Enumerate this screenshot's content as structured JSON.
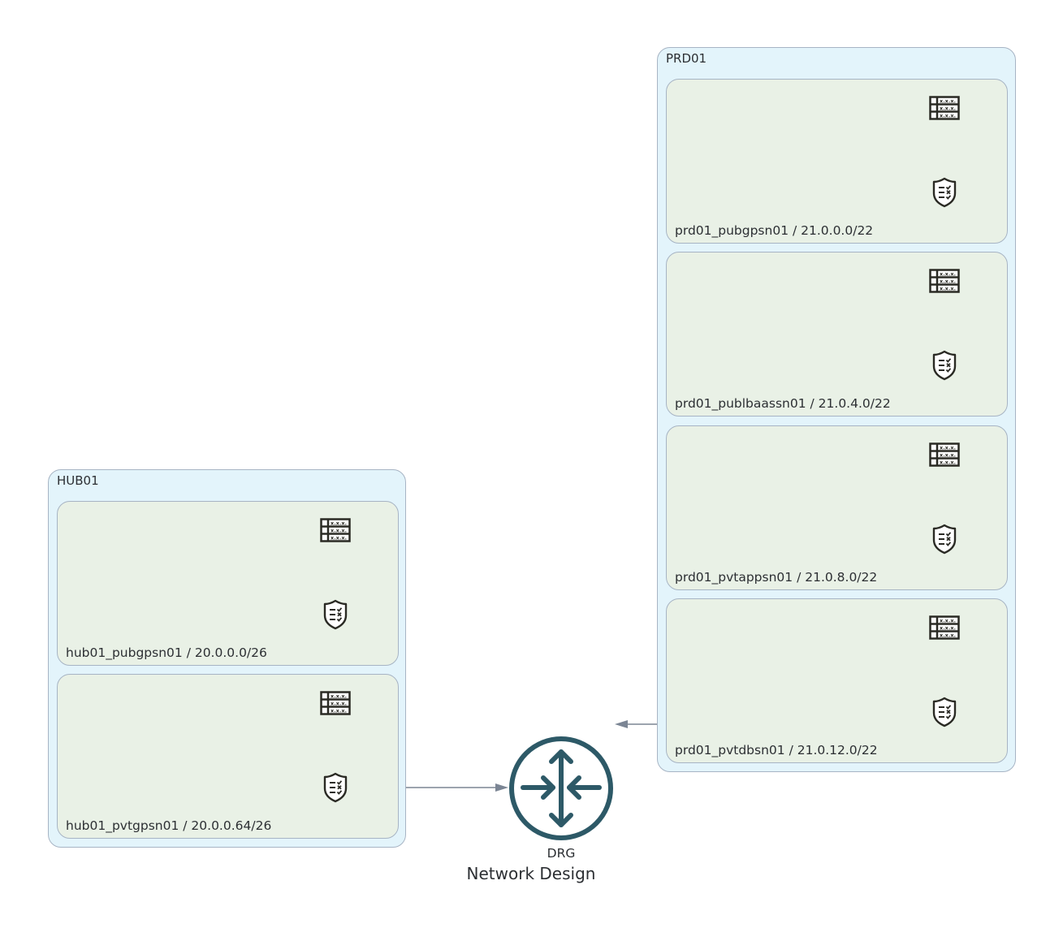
{
  "vcns": [
    {
      "name": "HUB01",
      "subnets": [
        {
          "label": "hub01_pubgpsn01 / 20.0.0.0/26"
        },
        {
          "label": "hub01_pvtgpsn01 / 20.0.0.64/26"
        }
      ]
    },
    {
      "name": "PRD01",
      "subnets": [
        {
          "label": "prd01_pubgpsn01 / 21.0.0.0/22"
        },
        {
          "label": "prd01_publbaassn01 / 21.0.4.0/22"
        },
        {
          "label": "prd01_pvtappsn01 / 21.0.8.0/22"
        },
        {
          "label": "prd01_pvtdbsn01 / 21.0.12.0/22"
        }
      ]
    }
  ],
  "icons": {
    "route_table": "route-table-icon",
    "security_list": "security-list-icon",
    "drg": "drg-router-icon"
  },
  "drg": {
    "label": "DRG"
  },
  "diagram_title": "Network Design",
  "colors": {
    "vcn_fill": "#e3f4fb",
    "subnet_fill": "#e9f1e6",
    "border": "#a7b4c4",
    "drg": "#2d5967",
    "edge": "#7b8594",
    "icon": "#2a2a24"
  }
}
